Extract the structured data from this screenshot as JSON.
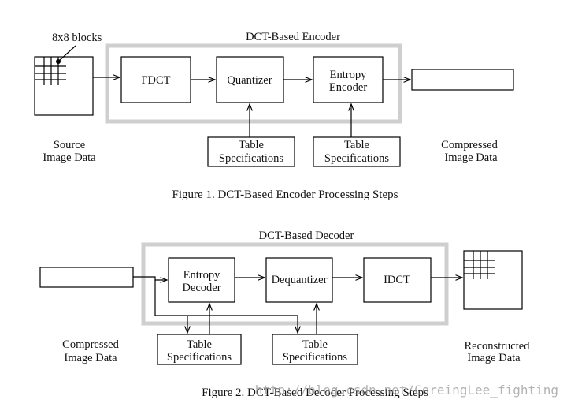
{
  "encoder": {
    "label_blocks": "8x8 blocks",
    "title": "DCT-Based Encoder",
    "fdct": "FDCT",
    "quantizer": "Quantizer",
    "entropy_line1": "Entropy",
    "entropy_line2": "Encoder",
    "table1_line1": "Table",
    "table1_line2": "Specifications",
    "table2_line1": "Table",
    "table2_line2": "Specifications",
    "source_line1": "Source",
    "source_line2": "Image Data",
    "compressed_line1": "Compressed",
    "compressed_line2": "Image Data",
    "caption": "Figure 1.  DCT-Based Encoder Processing Steps"
  },
  "decoder": {
    "title": "DCT-Based Decoder",
    "entropy_line1": "Entropy",
    "entropy_line2": "Decoder",
    "dequantizer": "Dequantizer",
    "idct": "IDCT",
    "table1_line1": "Table",
    "table1_line2": "Specifications",
    "table2_line1": "Table",
    "table2_line2": "Specifications",
    "compressed_line1": "Compressed",
    "compressed_line2": "Image Data",
    "reconstructed_line1": "Reconstructed",
    "reconstructed_line2": "Image Data",
    "caption": "Figure 2.  DCT-Based Decoder Processing Steps"
  },
  "watermark": "http://blog.csdn.net/CoreingLee_fighting"
}
